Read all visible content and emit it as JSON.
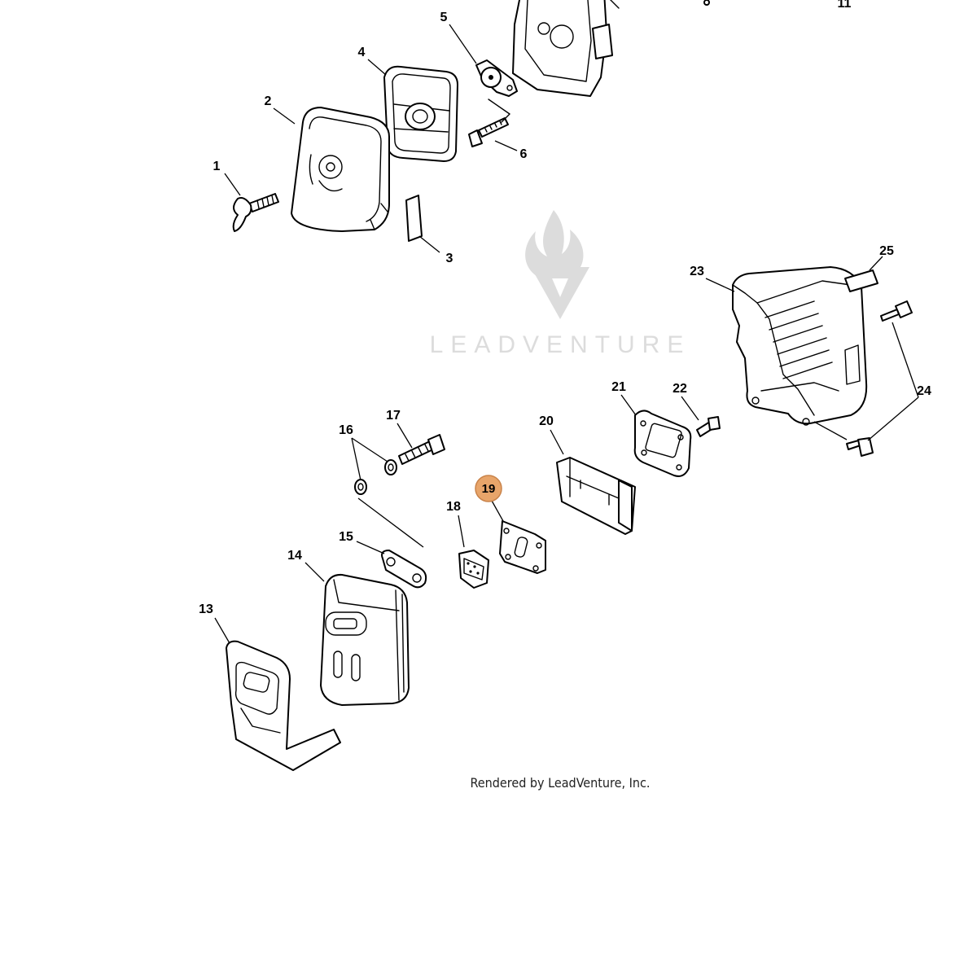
{
  "watermark": {
    "brand": "LEADVENTURE",
    "icon": "leadventure-flame-logo"
  },
  "credit": "Rendered by LeadVenture, Inc.",
  "highlight": {
    "callout": "19",
    "color": "#e8a56a",
    "border": "#c9834a"
  },
  "callouts": [
    "1",
    "2",
    "3",
    "4",
    "5",
    "6",
    "11",
    "13",
    "14",
    "15",
    "16",
    "17",
    "18",
    "19",
    "20",
    "21",
    "22",
    "23",
    "24",
    "25"
  ]
}
